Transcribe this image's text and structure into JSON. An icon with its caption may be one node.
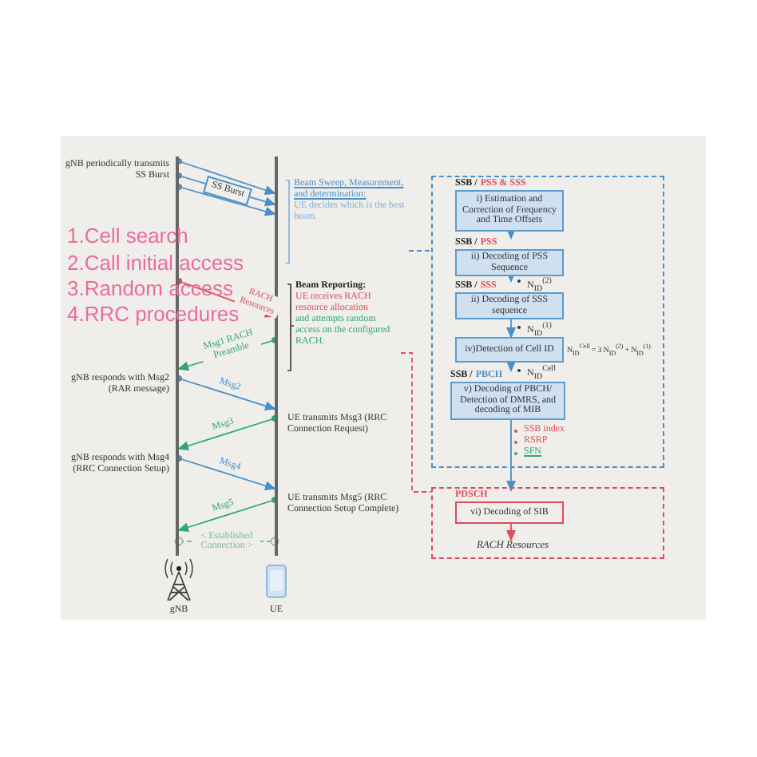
{
  "diagram": {
    "nodes": [
      {
        "text": [],
        "shape": "bar"
      },
      {
        "text": [],
        "shape": "bar"
      },
      {
        "text": [
          "Beam Sweep, Measurement, and determination:",
          "UE decides which is the best beam."
        ]
      },
      {
        "text": [
          "Beam Reporting:",
          "UE receives RACH resource allocation",
          "and attempts random access on the configured RACH."
        ]
      },
      {
        "text": [],
        "shape": "box"
      },
      {
        "text": [
          "SSB /",
          "PSS & SSS",
          "i) Estimation and Correction of Frequency and Time Offsets"
        ],
        "in": 4
      },
      {
        "text": [
          "SSB /",
          "PSS",
          "ii) Decoding of PSS Sequence"
        ],
        "in": 4,
        "beside": [
          "N$_{ID}$$^{(2)}$"
        ]
      },
      {
        "text": [
          "SSB /",
          "SSS",
          "ii) Decoding of SSS sequence"
        ],
        "in": 4,
        "beside": [
          "N$_{ID}$$^{(1)}$"
        ]
      },
      {
        "text": [
          "iv)Detection of Cell ID"
        ],
        "in": 4,
        "beside": [
          "N$_{ID}$$^{Cell}$ = 3 N$_{ID}$$^{(2)}$ + N$_{ID}$$^{(1)}$",
          "N$_{ID}$$^{Cell}$"
        ]
      },
      {
        "text": [
          "SSB /",
          "PBCH",
          "v) Decoding of PBCH/ Detection of DMRS, and decoding of MIB"
        ],
        "in": 4,
        "beside": [
          "SSB index",
          "RSRP",
          "SFN"
        ]
      },
      {
        "text": [],
        "shape": "box"
      },
      {
        "text": [
          "PDSCH",
          "vi) Decoding of SIB"
        ],
        "in": 10
      },
      {
        "text": [
          "RACH Resources"
        ],
        "in": 10
      }
    ],
    "edges": [
      {
        "from": 0,
        "to": 1,
        "arrow": "to"
      },
      {
        "from": 0,
        "to": 1,
        "arrow": "to",
        "label": "SS Burst"
      },
      {
        "from": 0,
        "to": 1,
        "arrow": "to"
      },
      {
        "from": 0,
        "to": 1,
        "arrow": "to",
        "label": "RACH Resources",
        "color": "#e04a5a"
      },
      {
        "from": 1,
        "to": 0,
        "arrow": "to",
        "label": "Msg1 RACH Preamble",
        "color": "#2fa878"
      },
      {
        "from": 0,
        "to": 1,
        "arrow": "to",
        "label": "Msg2"
      },
      {
        "from": 1,
        "to": 0,
        "arrow": "to",
        "label": "Msg3",
        "color": "#2fa878"
      },
      {
        "from": 0,
        "to": 1,
        "arrow": "to",
        "label": "Msg4"
      },
      {
        "from": 1,
        "to": 0,
        "arrow": "to",
        "label": "Msg5",
        "color": "#2fa878"
      },
      {
        "from": 0,
        "to": 1,
        "arrow": "other",
        "label": "< Established Connection >",
        "style": "dashed",
        "color": "#7fb8a0"
      },
      {
        "from": 2,
        "to": 4,
        "arrow": "none",
        "style": "dashed"
      },
      {
        "from": 3,
        "to": 10,
        "arrow": "none",
        "style": "dashed",
        "color": "#e04a5a"
      },
      {
        "from": 5,
        "to": 6,
        "arrow": "to"
      },
      {
        "from": 6,
        "to": 7,
        "arrow": "to"
      },
      {
        "from": 7,
        "to": 8,
        "arrow": "to"
      },
      {
        "from": 8,
        "to": 9,
        "arrow": "to"
      },
      {
        "from": 9,
        "to": 11,
        "arrow": "to"
      },
      {
        "from": 11,
        "to": 12,
        "arrow": "to",
        "color": "#e04a5a"
      }
    ],
    "labels": [
      "gNB periodically transmits SS Burst",
      "1.Cell search",
      "2.Call initial access",
      "3.Random access",
      "4.RRC procedures",
      "gNB responds with Msg2 (RAR message)",
      "UE transmits Msg3 (RRC Connection Request)",
      "gNB responds with Msg4 (RRC Connection Setup)",
      "UE transmits Msg5 (RRC Connection Setup Complete)",
      "gNB",
      "UE"
    ]
  }
}
